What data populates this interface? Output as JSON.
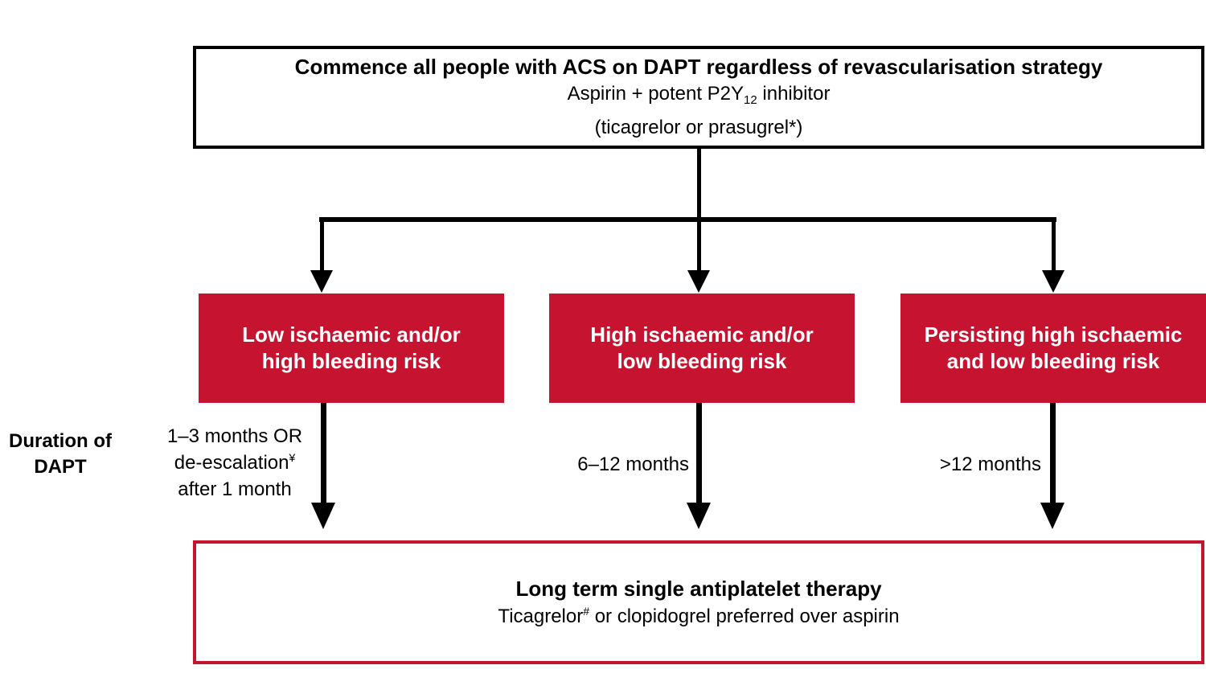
{
  "colors": {
    "box_red": "#C6132F",
    "line_black": "#000000",
    "text_white": "#FFFFFF"
  },
  "top_box": {
    "line1": "Commence all people with ACS on DAPT regardless of revascularisation strategy",
    "line2_pre": "Aspirin + potent P2Y",
    "line2_sub": "12",
    "line2_post": " inhibitor",
    "line3": "(ticagrelor or prasugrel*)"
  },
  "risk_boxes": [
    {
      "line1": "Low ischaemic and/or",
      "line2": "high bleeding risk"
    },
    {
      "line1": "High ischaemic and/or",
      "line2": "low bleeding risk"
    },
    {
      "line1": "Persisting high ischaemic",
      "line2": "and low bleeding risk"
    }
  ],
  "side_label": {
    "line1": "Duration of",
    "line2": "DAPT"
  },
  "durations": {
    "left": {
      "line1": "1–3 months OR",
      "line2_main": "de-escalation",
      "line2_sup": "¥",
      "line3": "after 1 month"
    },
    "middle": "6–12 months",
    "right": ">12 months"
  },
  "bottom_box": {
    "line1": "Long term single antiplatelet therapy",
    "line2_pre": "Ticagrelor",
    "line2_sup": "#",
    "line2_post": " or clopidogrel preferred over aspirin"
  }
}
